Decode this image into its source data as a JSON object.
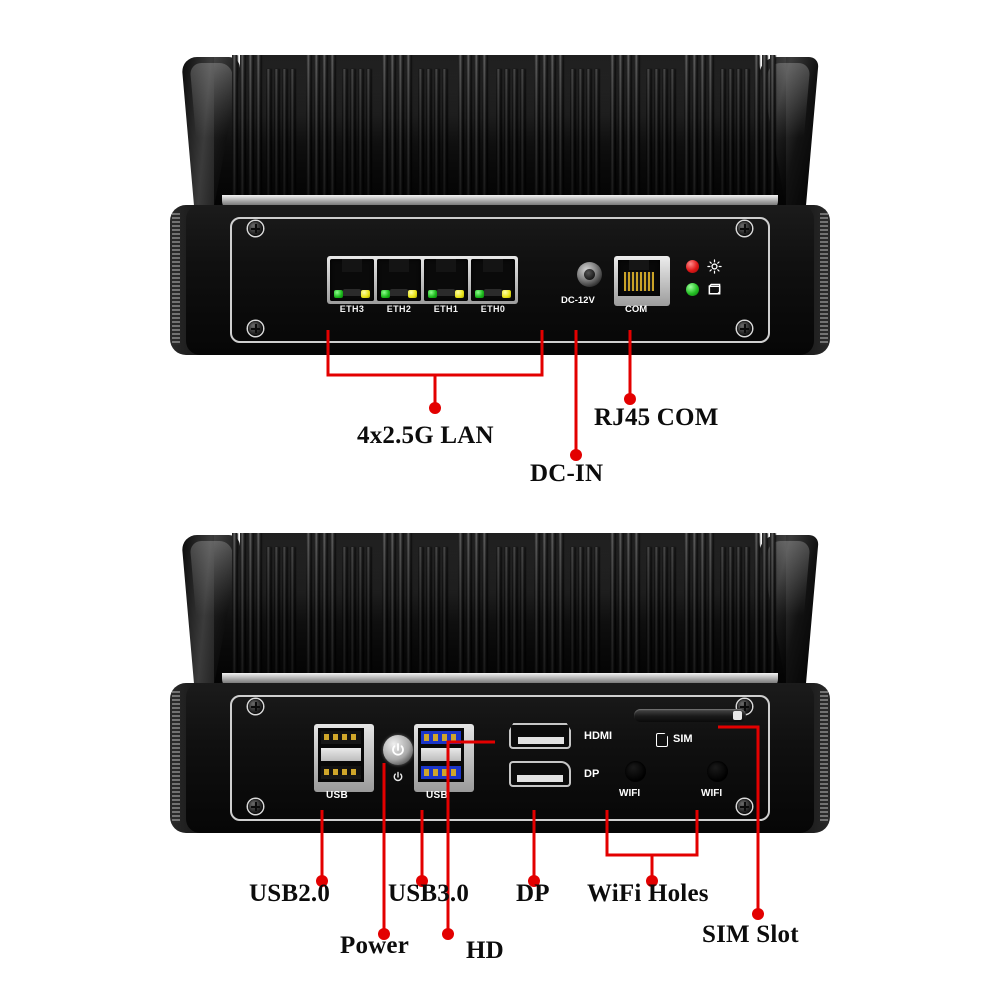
{
  "accent_color": "#e30000",
  "views": [
    {
      "id": "rear",
      "name": "rear-panel-view",
      "ports": {
        "ethernet": [
          {
            "label": "ETH3"
          },
          {
            "label": "ETH2"
          },
          {
            "label": "ETH1"
          },
          {
            "label": "ETH0"
          }
        ],
        "dc_label": "DC-12V",
        "com_label": "COM",
        "indicators": [
          {
            "name": "power-led",
            "color": "#e01717",
            "icon": "sun-icon"
          },
          {
            "name": "hdd-led",
            "color": "#24c024",
            "icon": "disk-icon"
          }
        ]
      },
      "callouts": [
        {
          "text": "4x2.5G LAN",
          "name": "callout-lan"
        },
        {
          "text": "DC-IN",
          "name": "callout-dc-in"
        },
        {
          "text": "RJ45 COM",
          "name": "callout-rj45-com"
        }
      ]
    },
    {
      "id": "front",
      "name": "front-panel-view",
      "ports": {
        "usb2_label": "USB",
        "usb3_label": "USB",
        "hdmi_label": "HDMI",
        "dp_label": "DP",
        "wifi_labels": [
          "WIFI",
          "WIFI"
        ],
        "sim_label": "SIM",
        "power_button": "power-icon"
      },
      "callouts": [
        {
          "text": "USB2.0",
          "name": "callout-usb2"
        },
        {
          "text": "Power",
          "name": "callout-power"
        },
        {
          "text": "USB3.0",
          "name": "callout-usb3"
        },
        {
          "text": "HD",
          "name": "callout-hd"
        },
        {
          "text": "DP",
          "name": "callout-dp"
        },
        {
          "text": "WiFi Holes",
          "name": "callout-wifi-holes"
        },
        {
          "text": "SIM Slot",
          "name": "callout-sim-slot"
        }
      ]
    }
  ]
}
